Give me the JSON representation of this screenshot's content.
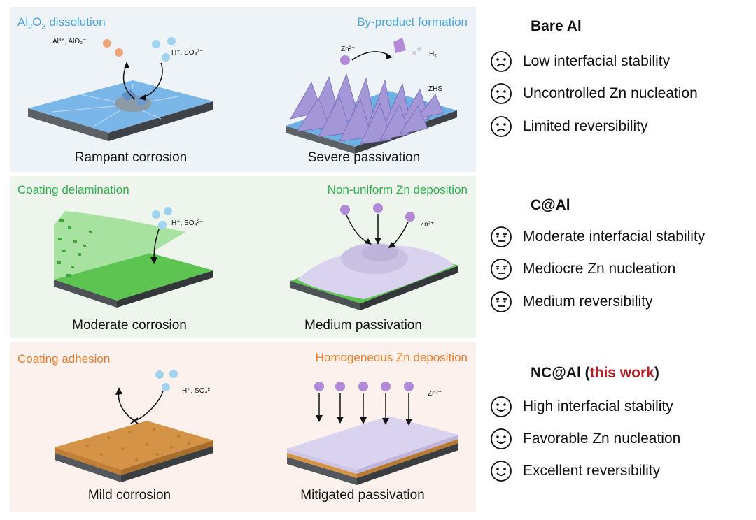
{
  "rows": [
    {
      "left_label": "Al2O3 dissolution",
      "left_label_parts": [
        "Al",
        "2",
        "O",
        "3",
        " dissolution"
      ],
      "right_label": "By-product formation",
      "label_color": "#4aa7dc",
      "left_caption": "Rampant corrosion",
      "right_caption": "Severe passivation",
      "notes": {
        "ions_left": "Al³⁺, AlO₂⁻",
        "ions_right": "H⁺, SO₄²⁻",
        "zn": "Zn²⁺",
        "h2": "H₂",
        "zhs": "ZHS"
      }
    },
    {
      "left_label": "Coating delamination",
      "right_label": "Non-uniform Zn deposition",
      "label_color": "#2bb34a",
      "left_caption": "Moderate corrosion",
      "right_caption": "Medium passivation",
      "notes": {
        "ions": "H⁺, SO₄²⁻",
        "zn": "Zn²⁺"
      }
    },
    {
      "left_label": "Coating adhesion",
      "right_label": "Homogeneous Zn deposition",
      "label_color": "#ee7d2b",
      "left_caption": "Mild corrosion",
      "right_caption": "Mitigated passivation",
      "notes": {
        "ions": "H⁺, SO₄²⁻",
        "zn": "Zn²⁺"
      }
    }
  ],
  "summary": [
    {
      "title": "Bare Al",
      "face": "sad-face-icon",
      "items": [
        "Low interfacial stability",
        "Uncontrolled Zn nucleation",
        "Limited reversibility"
      ]
    },
    {
      "title": "C@Al",
      "face": "neutral-face-icon",
      "items": [
        "Moderate interfacial stability",
        "Mediocre Zn nucleation",
        "Medium reversibility"
      ]
    },
    {
      "title_prefix": "NC@Al (",
      "title_highlight": "this work",
      "title_suffix": ")",
      "highlight_color": "#b01e23",
      "face": "happy-face-icon",
      "items": [
        "High interfacial stability",
        "Favorable Zn nucleation",
        "Excellent reversibility"
      ]
    }
  ],
  "colors": {
    "al_surface": "#7ab6e8",
    "carbon": "#5dc452",
    "nc": "#d49346",
    "zn": "#d9d3ef",
    "ion_blue": "#9fd3ef",
    "ion_purple": "#b28ad8",
    "ion_orange": "#f0a578"
  }
}
